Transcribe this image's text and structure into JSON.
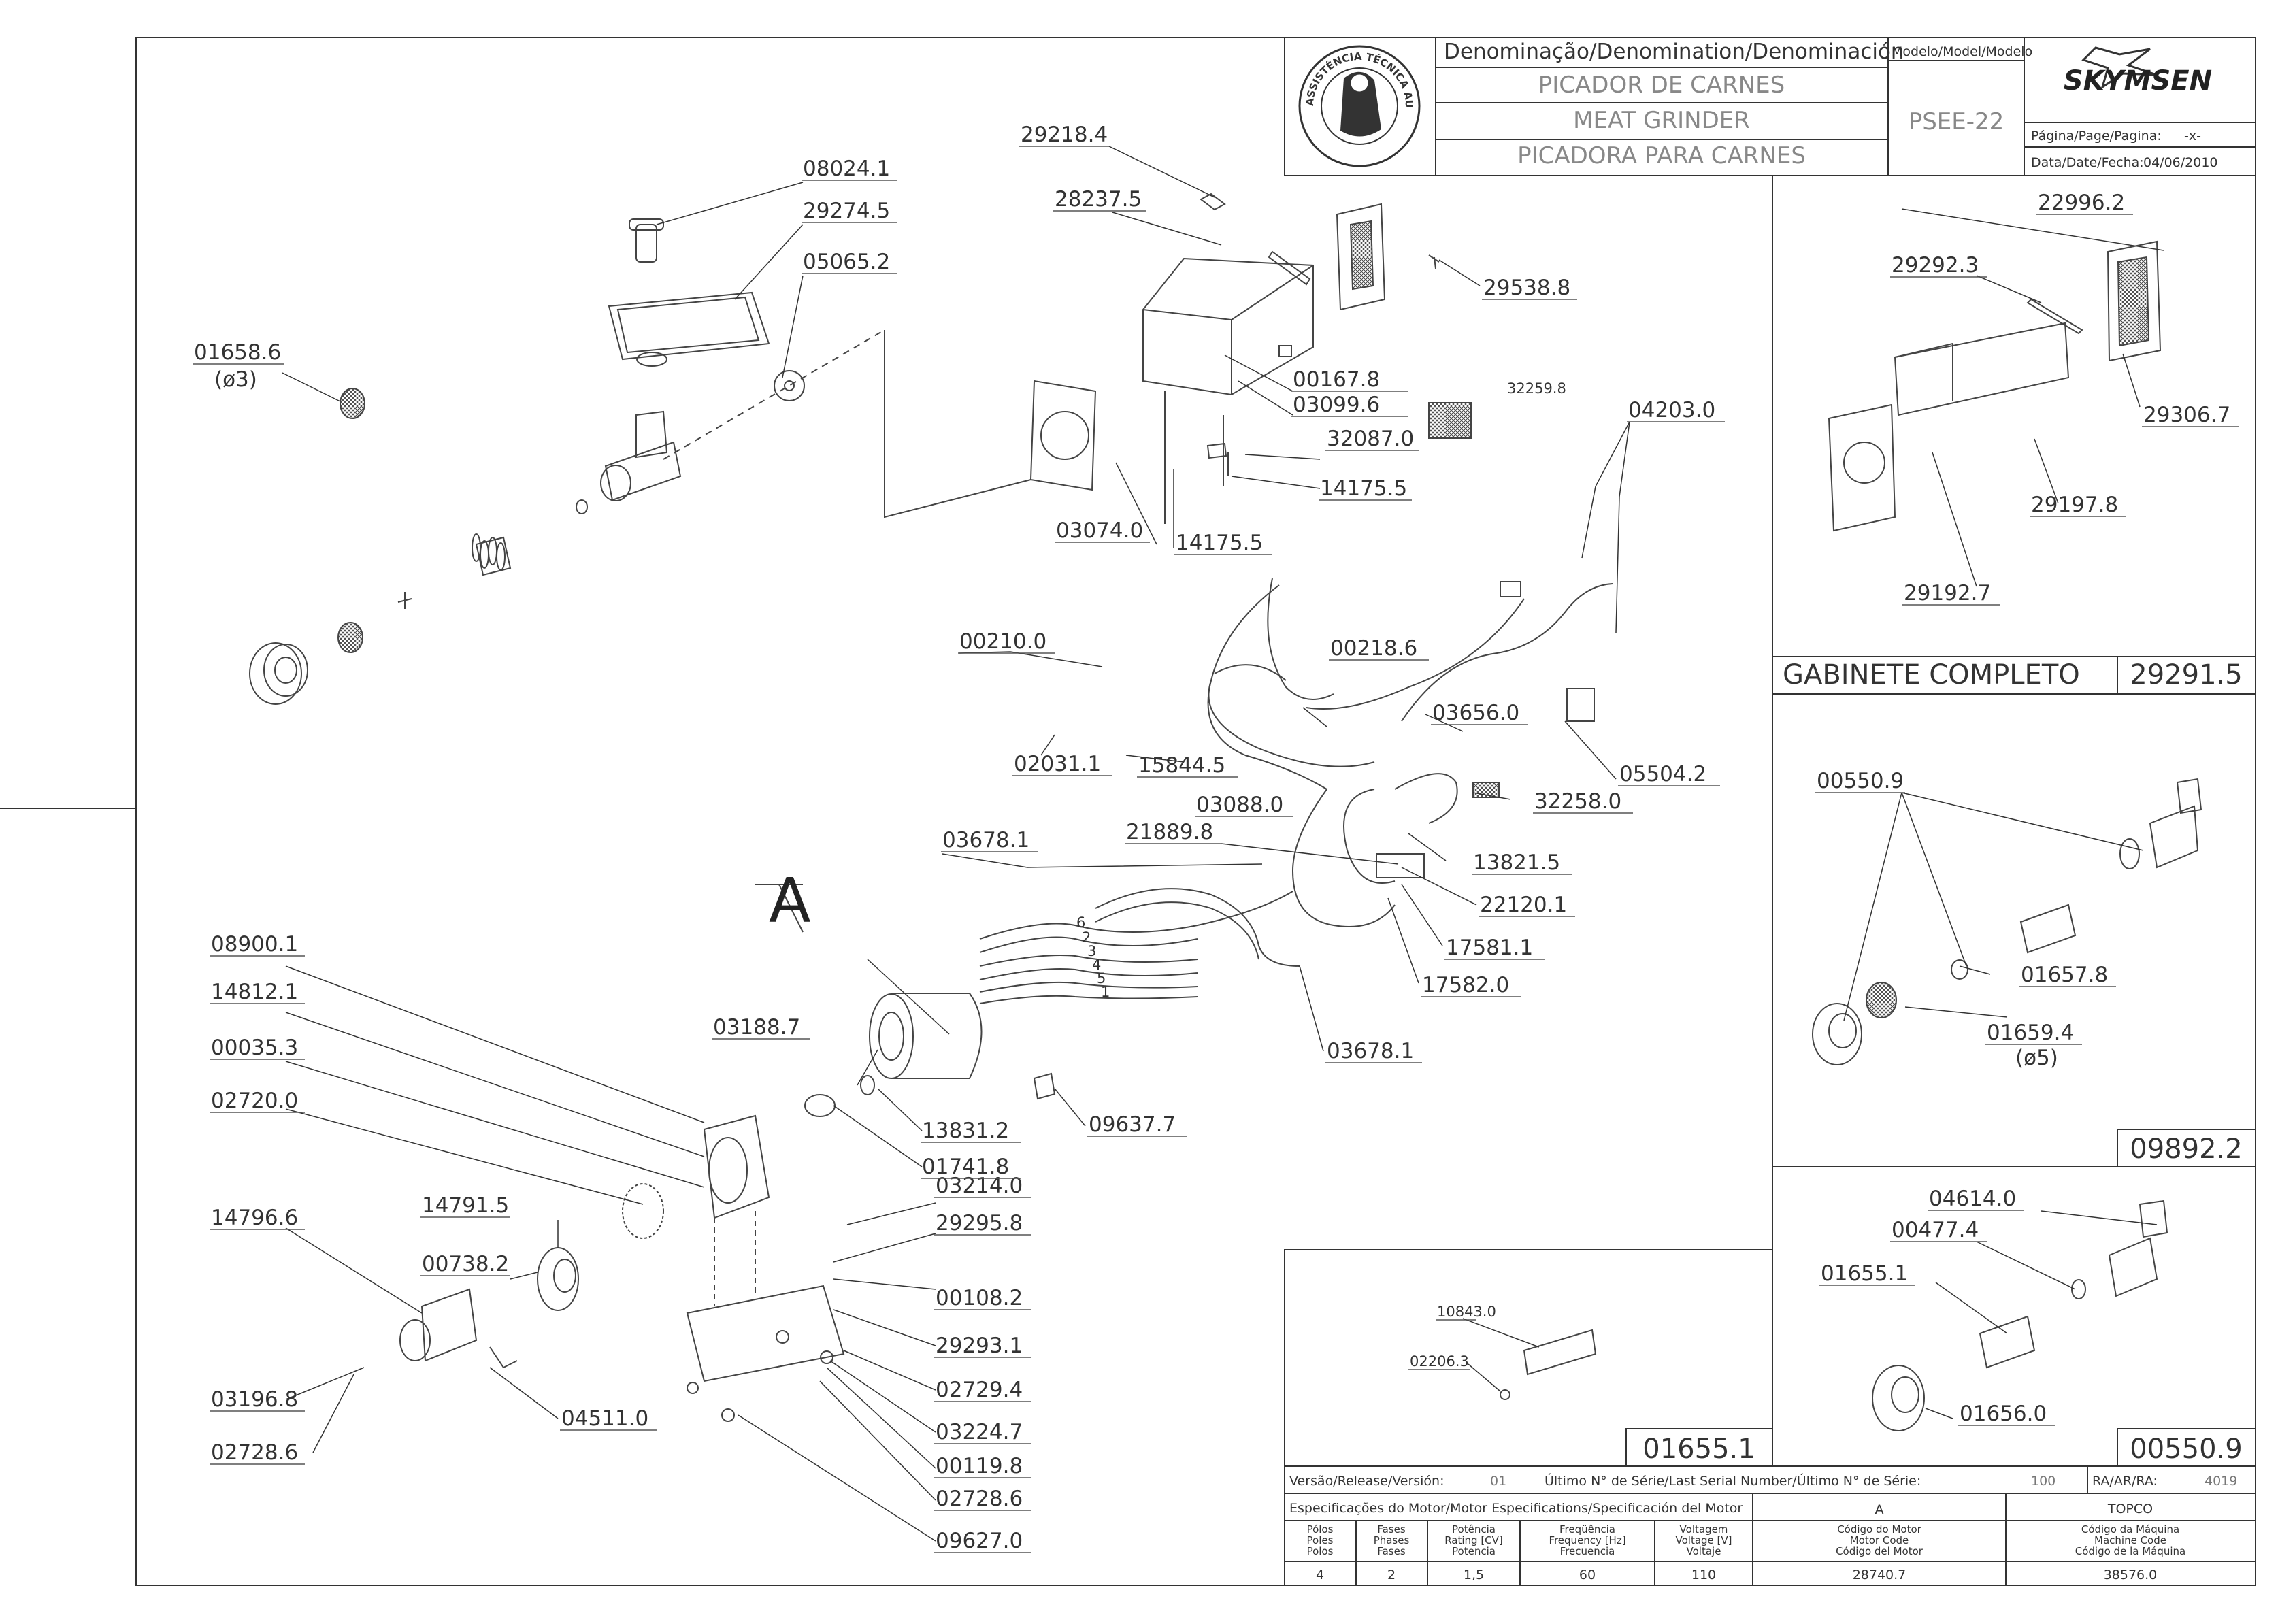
{
  "title_block": {
    "denomination_header": "Denominação/Denomination/Denominación",
    "names": [
      "PICADOR DE CARNES",
      "MEAT GRINDER",
      "PICADORA PARA CARNES"
    ],
    "model_header": "Modelo/Model/Modelo",
    "model": "PSEE-22",
    "brand": "SKYMSEN",
    "page_label": "Página/Page/Pagina:",
    "page_value": "-x-",
    "date_label": "Data/Date/Fecha:",
    "date_value": "04/06/2010",
    "seal_text": "ASSISTÊNCIA TÉCNICA AUTORIZADA"
  },
  "main_parts": [
    "08024.1",
    "29274.5",
    "05065.2",
    "01658.6",
    "(ø3)",
    "29218.4",
    "28237.5",
    "29538.8",
    "00167.8",
    "03099.6",
    "32259.8",
    "32087.0",
    "14175.5",
    "03074.0",
    "14175.5",
    "04203.0",
    "00210.0",
    "00218.6",
    "03656.0",
    "05504.2",
    "02031.1",
    "15844.5",
    "32258.0",
    "03088.0",
    "21889.8",
    "13821.5",
    "03678.1",
    "22120.1",
    "17581.1",
    "17582.0",
    "03678.1",
    "08900.1",
    "14812.1",
    "00035.3",
    "02720.0",
    "03188.7",
    "13831.2",
    "01741.8",
    "09637.7",
    "03214.0",
    "29295.8",
    "14791.5",
    "14796.6",
    "00738.2",
    "00108.2",
    "29293.1",
    "02729.4",
    "03224.7",
    "00119.8",
    "02728.6",
    "09627.0",
    "03196.8",
    "02728.6",
    "04511.0"
  ],
  "motor_label": "A",
  "wire_numbers": [
    "6",
    "2",
    "3",
    "4",
    "5",
    "1"
  ],
  "cabinet_panel": {
    "parts": [
      "22996.2",
      "29292.3",
      "29306.7",
      "29197.8",
      "29192.7"
    ],
    "title": "GABINETE COMPLETO",
    "code": "29291.5"
  },
  "kit_panel": {
    "parts": [
      "00550.9",
      "01657.8",
      "01659.4",
      "(ø5)"
    ],
    "code": "09892.2"
  },
  "screw_panel": {
    "parts": [
      "10843.0",
      "02206.3"
    ],
    "code": "01655.1"
  },
  "assembly_panel": {
    "parts": [
      "04614.0",
      "00477.4",
      "01655.1",
      "01656.0"
    ],
    "code": "00550.9"
  },
  "release_row": {
    "version_label": "Versão/Release/Versión:",
    "version": "01",
    "serial_label": "Último N° de Série/Last Serial Number/Último N° de Série:",
    "serial": "100",
    "ra_label": "RA/AR/RA:",
    "ra": "4019"
  },
  "motor_specs": {
    "header": "Especificações do Motor/Motor Especifications/Specificación del Motor",
    "motor_id": "A",
    "maker": "TOPCO",
    "columns": [
      {
        "lines": [
          "Pólos",
          "Poles",
          "Polos"
        ],
        "value": "4"
      },
      {
        "lines": [
          "Fases",
          "Phases",
          "Fases"
        ],
        "value": "2"
      },
      {
        "lines": [
          "Potência",
          "Rating [CV]",
          "Potencia"
        ],
        "value": "1,5"
      },
      {
        "lines": [
          "Freqüência",
          "Frequency [Hz]",
          "Frecuencia"
        ],
        "value": "60"
      },
      {
        "lines": [
          "Voltagem",
          "Voltage [V]",
          "Voltaje"
        ],
        "value": "110"
      },
      {
        "lines": [
          "Código do Motor",
          "Motor Code",
          "Código del Motor"
        ],
        "value": "28740.7"
      },
      {
        "lines": [
          "Código da Máquina",
          "Machine Code",
          "Código de la Máquina"
        ],
        "value": "38576.0"
      }
    ]
  }
}
